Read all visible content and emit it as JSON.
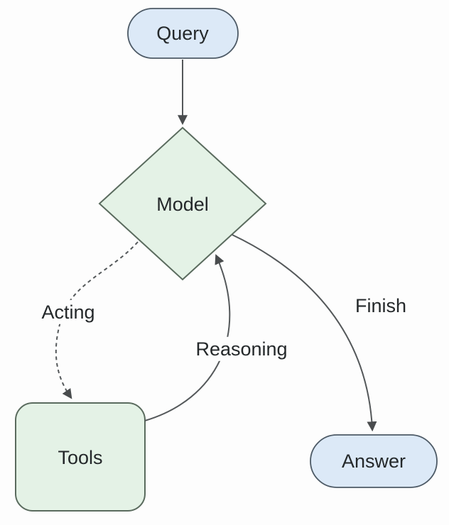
{
  "colors": {
    "background": "#fdfdfd",
    "edge": "#54585a",
    "arrowhead": "#494c4e",
    "text": "#24282a",
    "blue_fill": "#dce9f7",
    "blue_border": "#4d5a66",
    "green_fill": "#e4f2e6",
    "green_border": "#5a6b5e"
  },
  "nodes": {
    "query": {
      "label": "Query",
      "shape": "stadium",
      "color": "blue"
    },
    "model": {
      "label": "Model",
      "shape": "diamond",
      "color": "green"
    },
    "tools": {
      "label": "Tools",
      "shape": "rounded-rect",
      "color": "green"
    },
    "answer": {
      "label": "Answer",
      "shape": "stadium",
      "color": "blue"
    }
  },
  "edges": [
    {
      "from": "Query",
      "to": "Model",
      "label": "",
      "line": "solid"
    },
    {
      "from": "Model",
      "to": "Tools",
      "label": "Acting",
      "line": "dashed"
    },
    {
      "from": "Tools",
      "to": "Model",
      "label": "Reasoning",
      "line": "solid"
    },
    {
      "from": "Model",
      "to": "Answer",
      "label": "Finish",
      "line": "solid"
    }
  ]
}
